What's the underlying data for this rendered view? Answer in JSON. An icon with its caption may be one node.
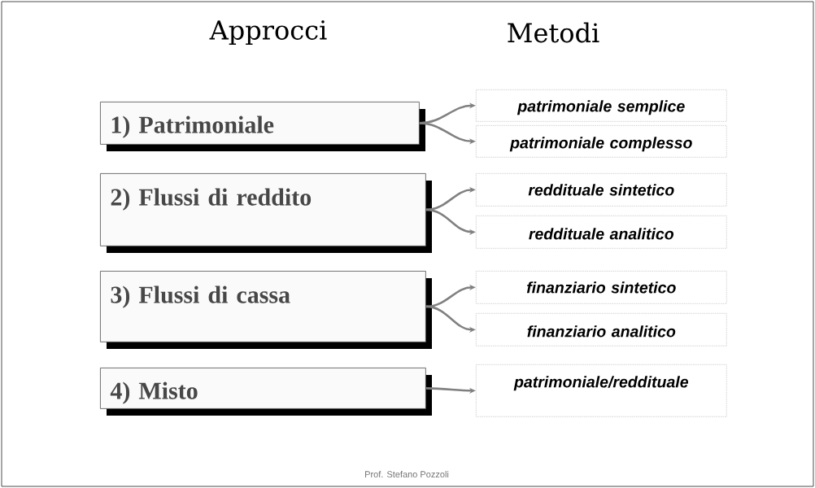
{
  "diagram": {
    "nodes": [
      {
        "text": [
          "1) Patrimoniale"
        ]
      },
      {
        "text": [
          "patrimoniale semplice"
        ]
      },
      {
        "text": [
          "patrimoniale complesso"
        ]
      },
      {
        "text": [
          "2) Flussi di reddito"
        ]
      },
      {
        "text": [
          "reddituale sintetico"
        ]
      },
      {
        "text": [
          "reddituale analitico"
        ]
      },
      {
        "text": [
          "3) Flussi di cassa"
        ]
      },
      {
        "text": [
          "finanziario sintetico"
        ]
      },
      {
        "text": [
          "finanziario analitico"
        ]
      },
      {
        "text": [
          "4) Misto"
        ]
      },
      {
        "text": [
          "patrimoniale/reddituale"
        ]
      }
    ],
    "edges": [
      {
        "from": 0,
        "to": 1,
        "arrow": "to"
      },
      {
        "from": 0,
        "to": 2,
        "arrow": "to"
      },
      {
        "from": 3,
        "to": 4,
        "arrow": "to"
      },
      {
        "from": 3,
        "to": 5,
        "arrow": "to"
      },
      {
        "from": 6,
        "to": 7,
        "arrow": "to"
      },
      {
        "from": 6,
        "to": 8,
        "arrow": "to"
      },
      {
        "from": 9,
        "to": 10,
        "arrow": "to"
      }
    ],
    "labels": [
      "Approcci",
      "Metodi",
      "Prof. Stefano Pozzoli"
    ]
  }
}
